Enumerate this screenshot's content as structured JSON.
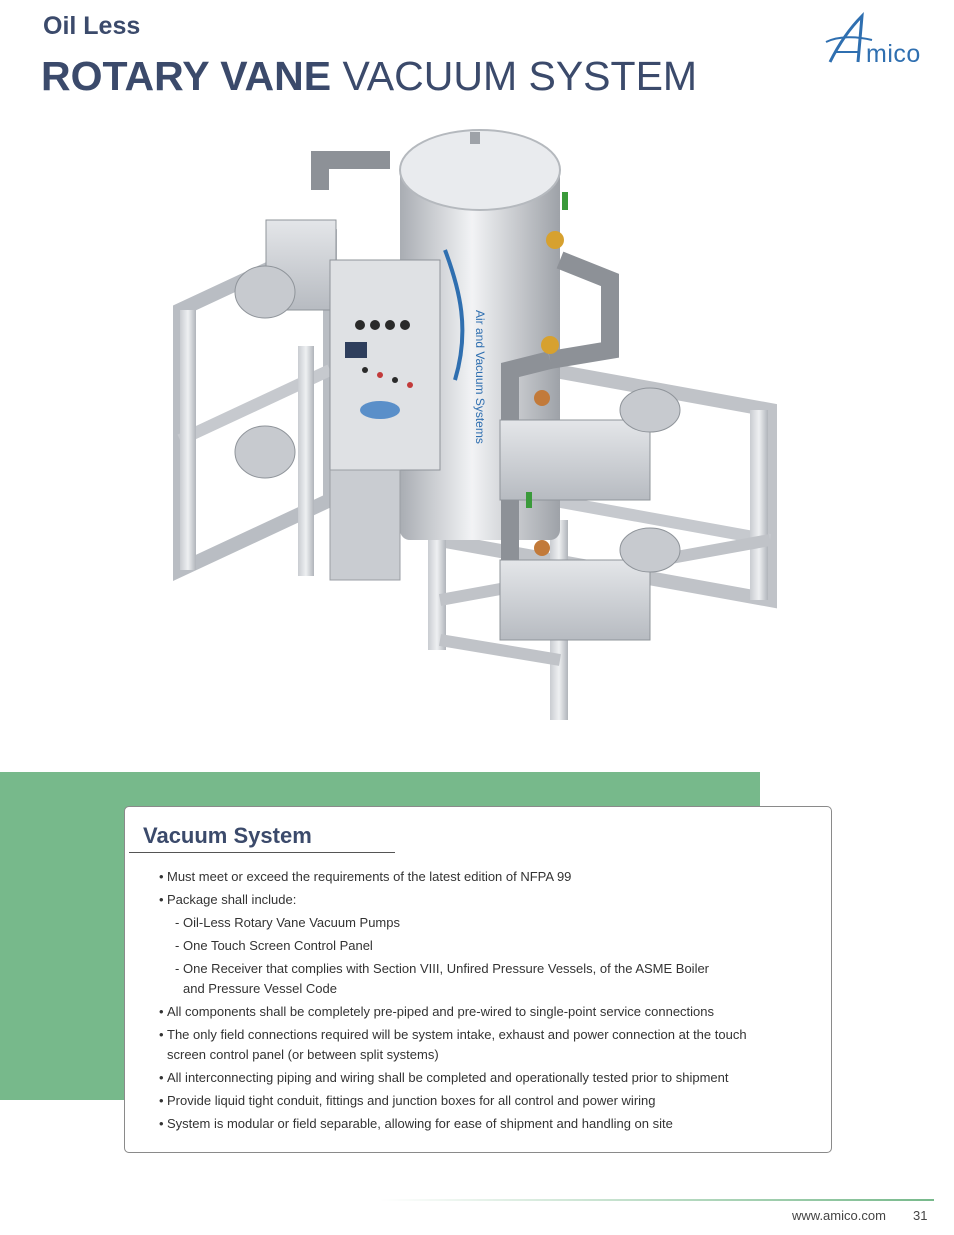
{
  "header": {
    "subtitle": "Oil Less",
    "title_bold": "ROTARY VANE",
    "title_light": " VACUUM SYSTEM",
    "logo_text": "mico",
    "logo_initial": "A"
  },
  "product": {
    "image_label": "Air and Vacuum Systems"
  },
  "spec": {
    "heading": "Vacuum System",
    "items": [
      {
        "bullet": "•",
        "text": "Must meet or exceed the requirements of the latest edition of NFPA 99"
      },
      {
        "bullet": "•",
        "text": "Package shall include:"
      },
      {
        "bullet": "-",
        "text": "Oil-Less Rotary Vane Vacuum Pumps"
      },
      {
        "bullet": "-",
        "text": "One Touch Screen Control Panel"
      },
      {
        "bullet": "-",
        "text": "One Receiver that complies with Section VIII, Unfired Pressure Vessels, of the ASME Boiler and Pressure Vessel Code"
      },
      {
        "bullet": "•",
        "text": "All components shall be completely pre-piped and pre-wired to single-point service connections"
      },
      {
        "bullet": "•",
        "text": "The only field connections required will be system intake, exhaust and power connection at the touch screen control panel (or between split systems)"
      },
      {
        "bullet": "•",
        "text": "All interconnecting piping and wiring shall be completed and operationally tested prior to shipment"
      },
      {
        "bullet": "•",
        "text": "Provide liquid tight conduit, fittings and junction boxes for all control and power wiring"
      },
      {
        "bullet": "•",
        "text": "System is modular or field separable, allowing for ease of shipment and handling on site"
      }
    ]
  },
  "footer": {
    "url": "www.amico.com",
    "page_number": "31"
  },
  "colors": {
    "brand_navy": "#3b4a6b",
    "brand_blue": "#2f6fb0",
    "accent_green": "#77b98b"
  }
}
